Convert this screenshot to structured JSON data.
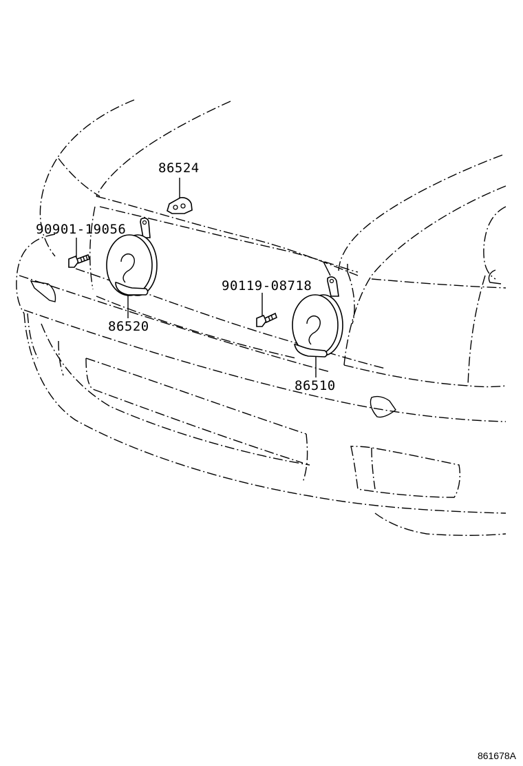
{
  "labels": {
    "p86524": "86524",
    "p90901": "90901-19056",
    "p86520": "86520",
    "p90119": "90119-08718",
    "p86510": "86510"
  },
  "figure_id": "861678A"
}
